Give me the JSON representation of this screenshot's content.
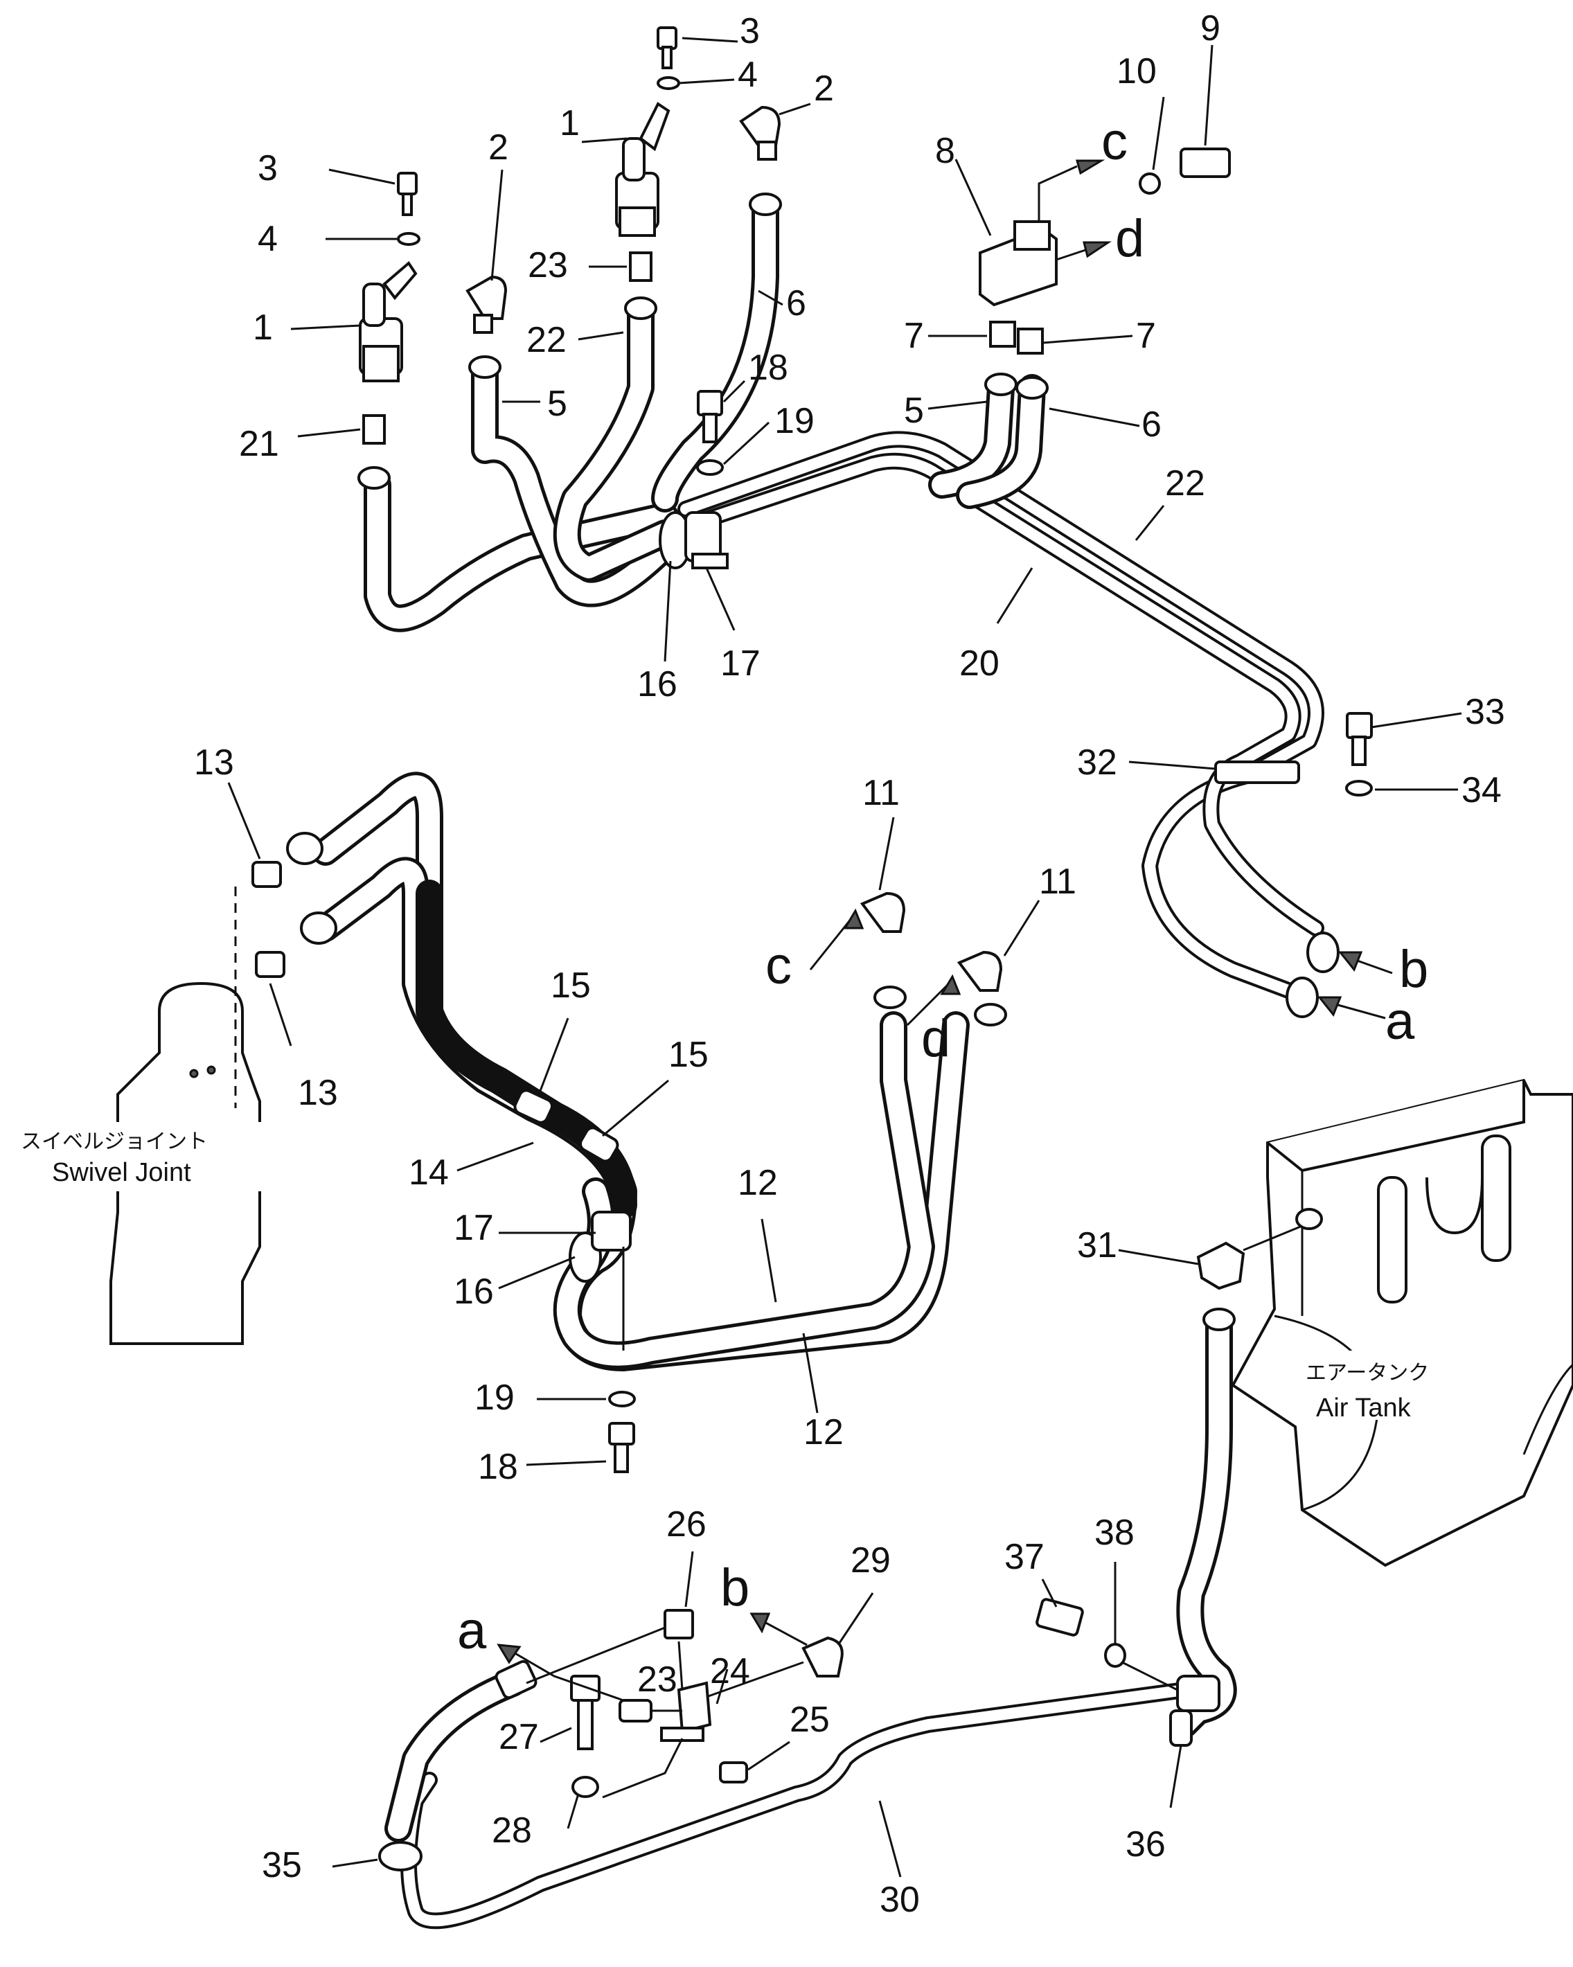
{
  "callouts": [
    {
      "id": "c3a",
      "text": "3"
    },
    {
      "id": "c4a",
      "text": "4"
    },
    {
      "id": "c1a",
      "text": "1"
    },
    {
      "id": "c2a",
      "text": "2"
    },
    {
      "id": "c3b",
      "text": "3"
    },
    {
      "id": "c4b",
      "text": "4"
    },
    {
      "id": "c1b",
      "text": "1"
    },
    {
      "id": "c2b",
      "text": "2"
    },
    {
      "id": "c23a",
      "text": "23"
    },
    {
      "id": "c22a",
      "text": "22"
    },
    {
      "id": "c21",
      "text": "21"
    },
    {
      "id": "c5a",
      "text": "5"
    },
    {
      "id": "c6a",
      "text": "6"
    },
    {
      "id": "c18a",
      "text": "18"
    },
    {
      "id": "c19a",
      "text": "19"
    },
    {
      "id": "c16a",
      "text": "16"
    },
    {
      "id": "c17a",
      "text": "17"
    },
    {
      "id": "c8",
      "text": "8"
    },
    {
      "id": "c10",
      "text": "10"
    },
    {
      "id": "c9",
      "text": "9"
    },
    {
      "id": "c7a",
      "text": "7"
    },
    {
      "id": "c7b",
      "text": "7"
    },
    {
      "id": "c5b",
      "text": "5"
    },
    {
      "id": "c6b",
      "text": "6"
    },
    {
      "id": "c22b",
      "text": "22"
    },
    {
      "id": "c20",
      "text": "20"
    },
    {
      "id": "c33",
      "text": "33"
    },
    {
      "id": "c32",
      "text": "32"
    },
    {
      "id": "c34",
      "text": "34"
    },
    {
      "id": "c13a",
      "text": "13"
    },
    {
      "id": "c13b",
      "text": "13"
    },
    {
      "id": "c11a",
      "text": "11"
    },
    {
      "id": "c11b",
      "text": "11"
    },
    {
      "id": "c15a",
      "text": "15"
    },
    {
      "id": "c15b",
      "text": "15"
    },
    {
      "id": "c14",
      "text": "14"
    },
    {
      "id": "c12a",
      "text": "12"
    },
    {
      "id": "c17b",
      "text": "17"
    },
    {
      "id": "c16b",
      "text": "16"
    },
    {
      "id": "c12b",
      "text": "12"
    },
    {
      "id": "c19b",
      "text": "19"
    },
    {
      "id": "c18b",
      "text": "18"
    },
    {
      "id": "c31",
      "text": "31"
    },
    {
      "id": "c26",
      "text": "26"
    },
    {
      "id": "c29",
      "text": "29"
    },
    {
      "id": "c37",
      "text": "37"
    },
    {
      "id": "c38",
      "text": "38"
    },
    {
      "id": "c23b",
      "text": "23"
    },
    {
      "id": "c24",
      "text": "24"
    },
    {
      "id": "c25",
      "text": "25"
    },
    {
      "id": "c27",
      "text": "27"
    },
    {
      "id": "c28",
      "text": "28"
    },
    {
      "id": "c35",
      "text": "35"
    },
    {
      "id": "c30",
      "text": "30"
    },
    {
      "id": "c36",
      "text": "36"
    }
  ],
  "letters": [
    {
      "id": "L-c1",
      "text": "c"
    },
    {
      "id": "L-d1",
      "text": "d"
    },
    {
      "id": "L-c2",
      "text": "c"
    },
    {
      "id": "L-d2",
      "text": "d"
    },
    {
      "id": "L-b1",
      "text": "b"
    },
    {
      "id": "L-a1",
      "text": "a"
    },
    {
      "id": "L-a2",
      "text": "a"
    },
    {
      "id": "L-b2",
      "text": "b"
    }
  ],
  "labels": {
    "swivel_jp": "スイベルジョイント",
    "swivel_en": "Swivel Joint",
    "tank_jp": "エアータンク",
    "tank_en": "Air Tank"
  }
}
